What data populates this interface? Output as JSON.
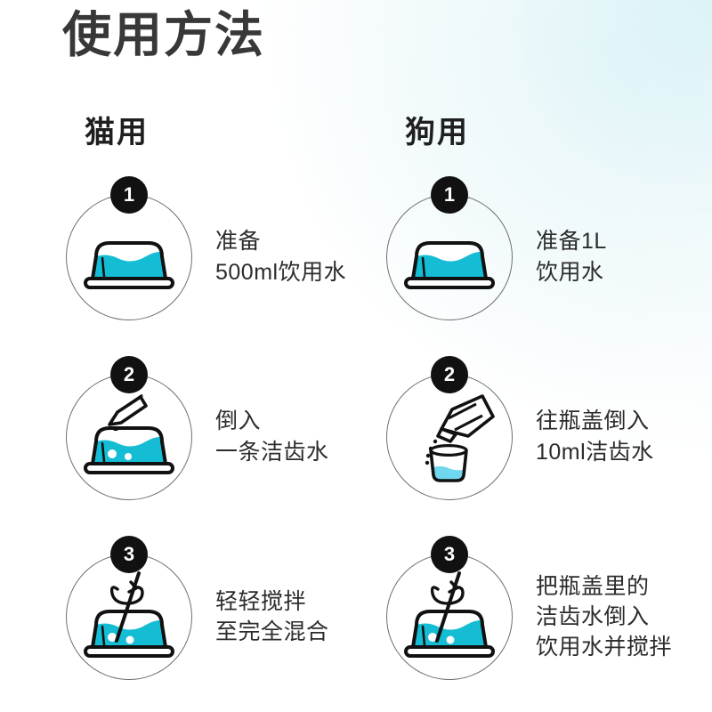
{
  "page": {
    "title": "使用方法",
    "background_color": "#ffffff",
    "accent_color": "#14bdd4",
    "text_color": "#2c2c2c"
  },
  "columns": [
    {
      "id": "cat",
      "header": "猫用"
    },
    {
      "id": "dog",
      "header": "狗用"
    }
  ],
  "steps": {
    "cat": [
      {
        "number": "1",
        "icon": "water-bowl-icon",
        "lines": [
          "准备",
          "500ml饮用水"
        ]
      },
      {
        "number": "2",
        "icon": "sachet-pouring-into-bowl-icon",
        "lines": [
          "倒入",
          "一条洁齿水"
        ]
      },
      {
        "number": "3",
        "icon": "stirring-bowl-icon",
        "lines": [
          "轻轻搅拌",
          "至完全混合"
        ]
      }
    ],
    "dog": [
      {
        "number": "1",
        "icon": "water-bowl-icon",
        "lines": [
          "准备1L",
          "饮用水"
        ]
      },
      {
        "number": "2",
        "icon": "bottle-pouring-into-cap-icon",
        "lines": [
          "往瓶盖倒入",
          "10ml洁齿水"
        ]
      },
      {
        "number": "3",
        "icon": "stirring-bowl-icon",
        "lines": [
          "把瓶盖里的",
          "洁齿水倒入",
          "饮用水并搅拌"
        ]
      }
    ]
  }
}
